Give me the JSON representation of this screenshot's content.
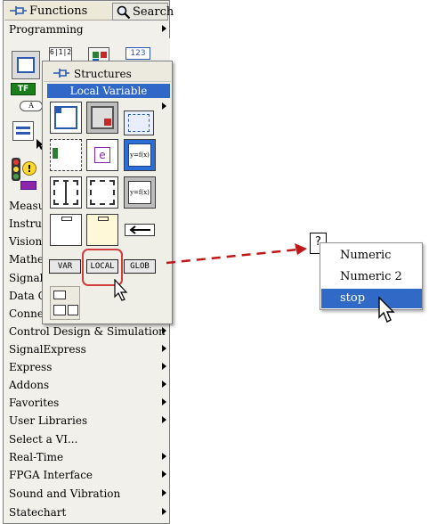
{
  "palette": {
    "title": "Functions",
    "search_label": "Search",
    "top_category": "Programming",
    "categories": [
      "Measurement I/O",
      "Instrument I/O",
      "Vision and Motion",
      "Mathematics",
      "Signal Processing",
      "Data Communication",
      "Connectivity",
      "Control Design & Simulation",
      "SignalExpress",
      "Express",
      "Addons",
      "Favorites",
      "User Libraries",
      "Select a VI...",
      "Real-Time",
      "FPGA Interface",
      "Sound and Vibration",
      "Statechart"
    ],
    "numeric_icon_text": "123",
    "tf_icon_text": "TF"
  },
  "structures_menu": {
    "title": "Structures",
    "tooltip": "Local Variable",
    "var_label": "VAR",
    "local_label": "LOCAL",
    "global_label": "GLOB"
  },
  "popup": {
    "items": [
      "Numeric",
      "Numeric 2",
      "stop"
    ],
    "selected_index": 2,
    "qmark_text": "?"
  },
  "colors": {
    "selection": "#3169c6",
    "arrow": "#c0181a",
    "highlight_ring": "#d23c3c"
  }
}
